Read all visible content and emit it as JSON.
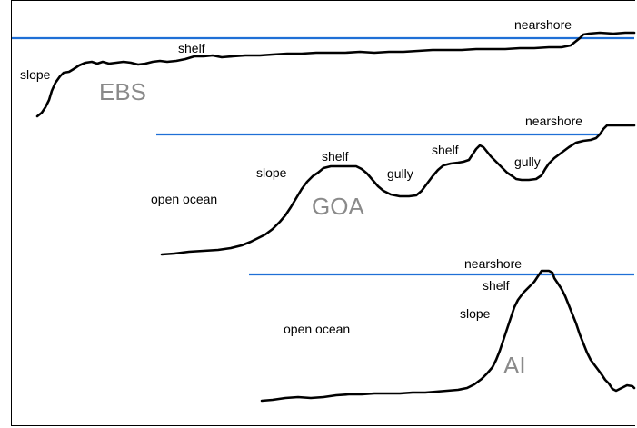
{
  "colors": {
    "sea_level": "#1f6fd6",
    "profile": "#000000",
    "region_label": "#8a8a8a"
  },
  "profiles": [
    {
      "region": "EBS",
      "labels": {
        "slope": "slope",
        "shelf": "shelf",
        "nearshore": "nearshore"
      }
    },
    {
      "region": "GOA",
      "labels": {
        "open_ocean": "open ocean",
        "slope": "slope",
        "shelf_1": "shelf",
        "gully_1": "gully",
        "shelf_2": "shelf",
        "gully_2": "gully",
        "nearshore": "nearshore"
      }
    },
    {
      "region": "AI",
      "labels": {
        "open_ocean": "open ocean",
        "slope": "slope",
        "shelf": "shelf",
        "nearshore": "nearshore"
      }
    }
  ]
}
